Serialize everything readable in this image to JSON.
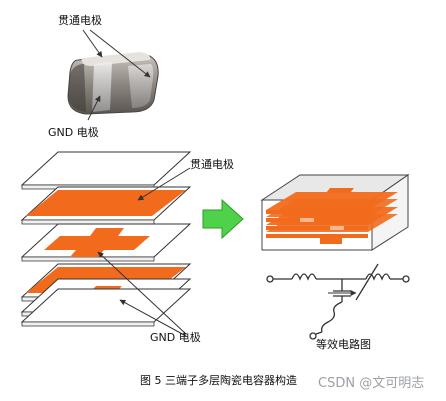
{
  "labels": {
    "feedthrough_top": "贯通电极",
    "gnd_top": "GND 电极",
    "feedthrough_mid": "贯通电极",
    "gnd_bottom": "GND 电极",
    "equivalent_circuit": "等效电路图"
  },
  "caption": "图 5 三端子多层陶瓷电容器构造",
  "watermark": "CSDN @文可明志",
  "colors": {
    "electrode": "#f26b1d",
    "arrow": "#4fd14a",
    "plate_border": "#333333",
    "body_top": "#dcdcdc"
  }
}
